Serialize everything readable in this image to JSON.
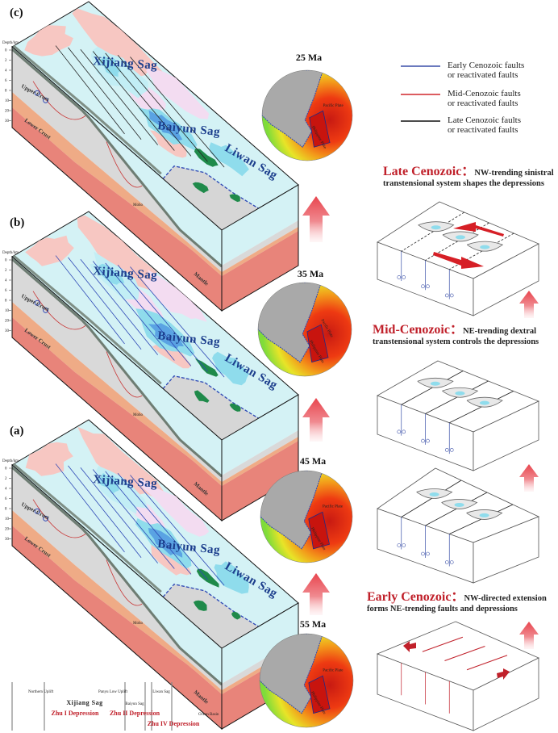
{
  "panels": [
    {
      "label": "(c)",
      "sags": [
        "Xijiang Sag",
        "Baiyun Sag",
        "Liwan Sag"
      ]
    },
    {
      "label": "(b)",
      "sags": [
        "Xijiang Sag",
        "Baiyun Sag",
        "Liwan Sag"
      ]
    },
    {
      "label": "(a)",
      "sags": [
        "Xijiang Sag",
        "Baiyun Sag",
        "Liwan Sag"
      ]
    }
  ],
  "block_labels": {
    "depth_axis": "Depth/km",
    "depth_ticks": [
      "0",
      "2",
      "4",
      "6",
      "8",
      "10",
      "20",
      "30"
    ],
    "upper_crust": "Upper Crust",
    "lower_crust": "Lower Crust",
    "moho": "Moho",
    "mantle": "Mantle"
  },
  "globes": [
    {
      "age": "25 Ma"
    },
    {
      "age": "35 Ma"
    },
    {
      "age": "45 Ma"
    },
    {
      "age": "55 Ma"
    }
  ],
  "plate_labels": {
    "pacific": "Pacific Plate",
    "philippine": "Philippine Plate"
  },
  "legend": [
    {
      "line1": "Early Cenozoic faults",
      "line2": "or  reactivated  faults",
      "color": "#3a4fa8"
    },
    {
      "line1": "Mid-Cenozoic faults",
      "line2": "or  reactivated  faults",
      "color": "#d0262b"
    },
    {
      "line1": "Late Cenozoic faults",
      "line2": "or  reactivated  faults",
      "color": "#111111"
    }
  ],
  "stages": [
    {
      "title": "Late Cenozoic：",
      "desc1": "NW-trending sinistral",
      "desc2": "transtensional system shapes the depressions"
    },
    {
      "title": "Mid-Cenozoic：",
      "desc1": "NE-trending dextral",
      "desc2": "transtensional system controls the depressions"
    },
    {
      "title": "Early Cenozoic：",
      "desc1": "NW-directed extension",
      "desc2": "forms NE-trending faults and depressions"
    }
  ],
  "section_bar": {
    "units": [
      "Northern Uplift",
      "Xijiang Sag",
      "Panyu Low Uplift",
      "Baiyun Sag",
      "Liwan Sag"
    ],
    "depressions": [
      "Zhu I Depression",
      "Zhu II Depression",
      "Zhu IV Depression"
    ],
    "ocean": "Ocean Basin"
  },
  "colors": {
    "water": "#d4f2f5",
    "upper_crust": "#d9d9d9",
    "lower_crust": "#efab86",
    "mantle": "#e8847a",
    "pink": "#f7c7c2",
    "lilac": "#f3dcf1",
    "cyan": "#8fdcec",
    "blue": "#5aa3e3",
    "green": "#1f8a4a",
    "accent_red": "#c0202a"
  }
}
